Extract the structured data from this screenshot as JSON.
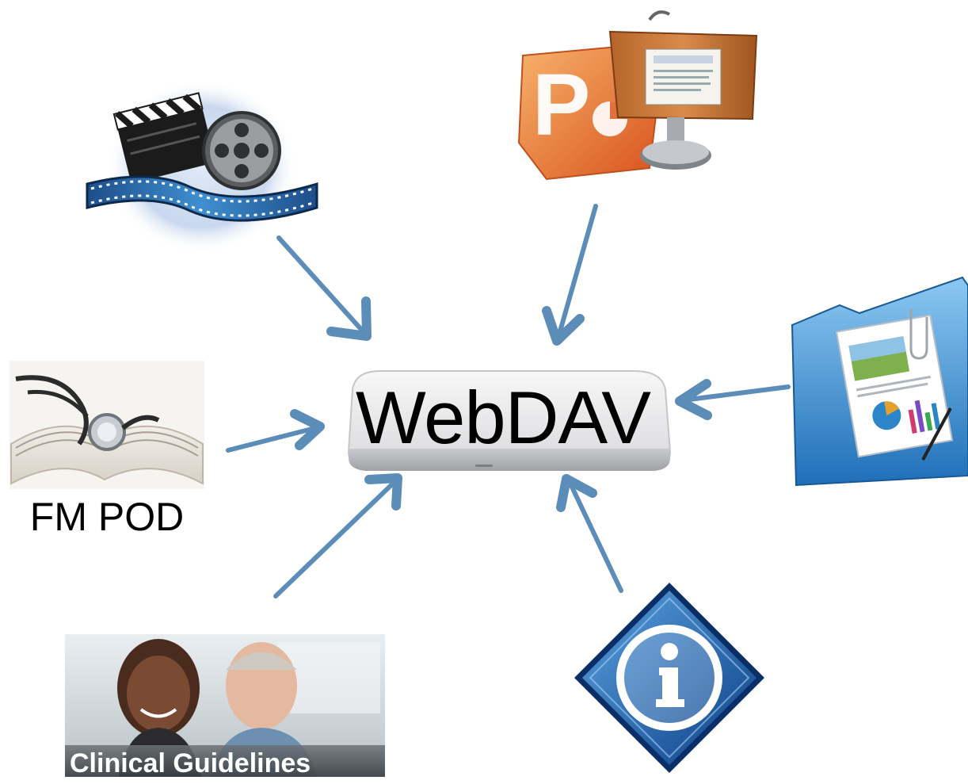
{
  "center": {
    "label": "WebDAV",
    "icon": "mac-mini-server-icon"
  },
  "sources": [
    {
      "id": "video",
      "icon": "film-clapperboard-icon",
      "label": ""
    },
    {
      "id": "presentations",
      "icon": "powerpoint-keynote-icon",
      "label": ""
    },
    {
      "id": "documents",
      "icon": "document-folder-icon",
      "label": ""
    },
    {
      "id": "fm-pod",
      "icon": "stethoscope-book-icon",
      "label": "FM POD"
    },
    {
      "id": "clinical-guidelines",
      "icon": "clinical-guidelines-photo",
      "label": "Clinical Guidelines"
    },
    {
      "id": "info",
      "icon": "info-icon",
      "label": ""
    }
  ],
  "colors": {
    "arrow": "#5b8db8",
    "text": "#000000",
    "background": "#ffffff"
  }
}
